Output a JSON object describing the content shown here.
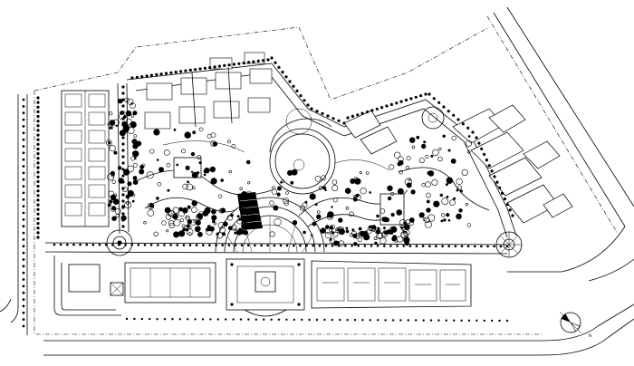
{
  "drawing": {
    "type": "site landscape master plan (CAD line drawing)",
    "background": "#ffffff",
    "line_color": "#000000"
  },
  "icons": {
    "north_arrow": "north-arrow-icon",
    "north_letter": "N"
  },
  "features": {
    "roundabouts": 2,
    "plazas": [
      "central-circular-plaza",
      "semicircular-entrance-plaza",
      "east-fan-plaza"
    ],
    "building_blocks": [
      "west-tower-block",
      "north-residential-grid",
      "south-podium-west",
      "south-podium-center",
      "south-podium-east",
      "east-residential-cluster"
    ]
  }
}
